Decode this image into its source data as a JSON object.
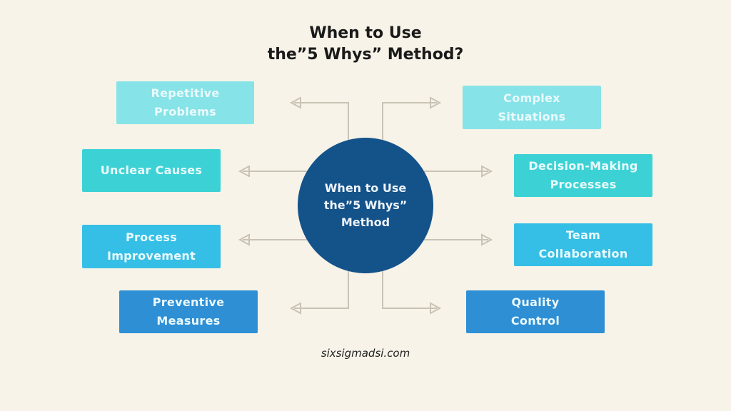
{
  "title": {
    "line1": "When to Use",
    "line2": "the”5 Whys” Method?"
  },
  "center": {
    "label": "When to Use\nthe”5 Whys”\nMethod",
    "color": "#14528a"
  },
  "left_items": [
    {
      "label": "Repetitive\nProblems",
      "color": "#86e3e7"
    },
    {
      "label": "Unclear Causes",
      "color": "#3cd2d5"
    },
    {
      "label": "Process\nImprovement",
      "color": "#36bfe6"
    },
    {
      "label": "Preventive\nMeasures",
      "color": "#2e8fd5"
    }
  ],
  "right_items": [
    {
      "label": "Complex\nSituations",
      "color": "#86e3e7"
    },
    {
      "label": "Decision-Making\nProcesses",
      "color": "#3cd2d5"
    },
    {
      "label": "Team\nCollaboration",
      "color": "#36bfe6"
    },
    {
      "label": "Quality\nControl",
      "color": "#2e8fd5"
    }
  ],
  "connector_color": "#c9c2b5",
  "footer": "sixsigmadsi.com"
}
